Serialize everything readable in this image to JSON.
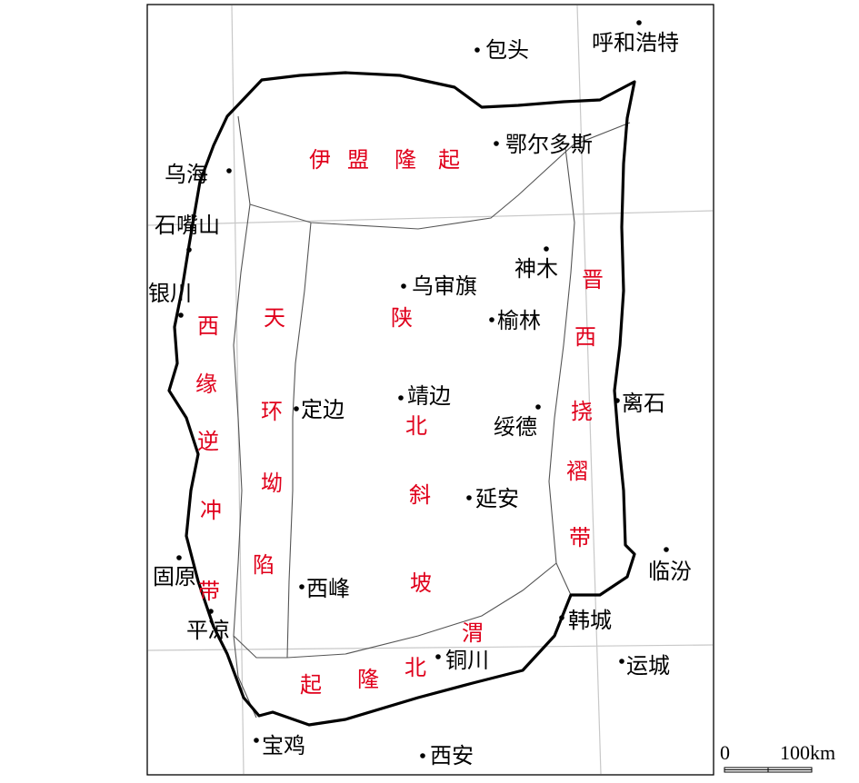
{
  "colors": {
    "region_label": "#e0001b",
    "city_label": "#000000",
    "basin_outline": "#000000",
    "internal_boundary": "#555555",
    "graticule": "#c8c8c8",
    "frame": "#000000"
  },
  "cities": [
    {
      "name": "包头"
    },
    {
      "name": "呼和浩特"
    },
    {
      "name": "鄂尔多斯"
    },
    {
      "name": "乌海"
    },
    {
      "name": "石嘴山"
    },
    {
      "name": "银川"
    },
    {
      "name": "神木"
    },
    {
      "name": "乌审旗"
    },
    {
      "name": "榆林"
    },
    {
      "name": "靖边"
    },
    {
      "name": "定边"
    },
    {
      "name": "绥德"
    },
    {
      "name": "离石"
    },
    {
      "name": "延安"
    },
    {
      "name": "临汾"
    },
    {
      "name": "固原"
    },
    {
      "name": "平凉"
    },
    {
      "name": "西峰"
    },
    {
      "name": "韩城"
    },
    {
      "name": "铜川"
    },
    {
      "name": "运城"
    },
    {
      "name": "宝鸡"
    },
    {
      "name": "西安"
    }
  ],
  "regions": [
    {
      "name": "伊盟隆起",
      "chars": [
        "伊",
        "盟",
        "隆",
        "起"
      ]
    },
    {
      "name": "西缘逆冲带",
      "chars": [
        "西",
        "缘",
        "逆",
        "冲",
        "带"
      ]
    },
    {
      "name": "天环坳陷",
      "chars": [
        "天",
        "环",
        "坳",
        "陷"
      ]
    },
    {
      "name": "陕北斜坡",
      "chars": [
        "陕",
        "北",
        "斜",
        "坡"
      ]
    },
    {
      "name": "晋西挠褶带",
      "chars": [
        "晋",
        "西",
        "挠",
        "褶",
        "带"
      ]
    },
    {
      "name": "渭北隆起",
      "chars": [
        "渭",
        "北",
        "隆",
        "起"
      ]
    }
  ],
  "scale_bar": {
    "start_label": "0",
    "end_label": "100km"
  }
}
